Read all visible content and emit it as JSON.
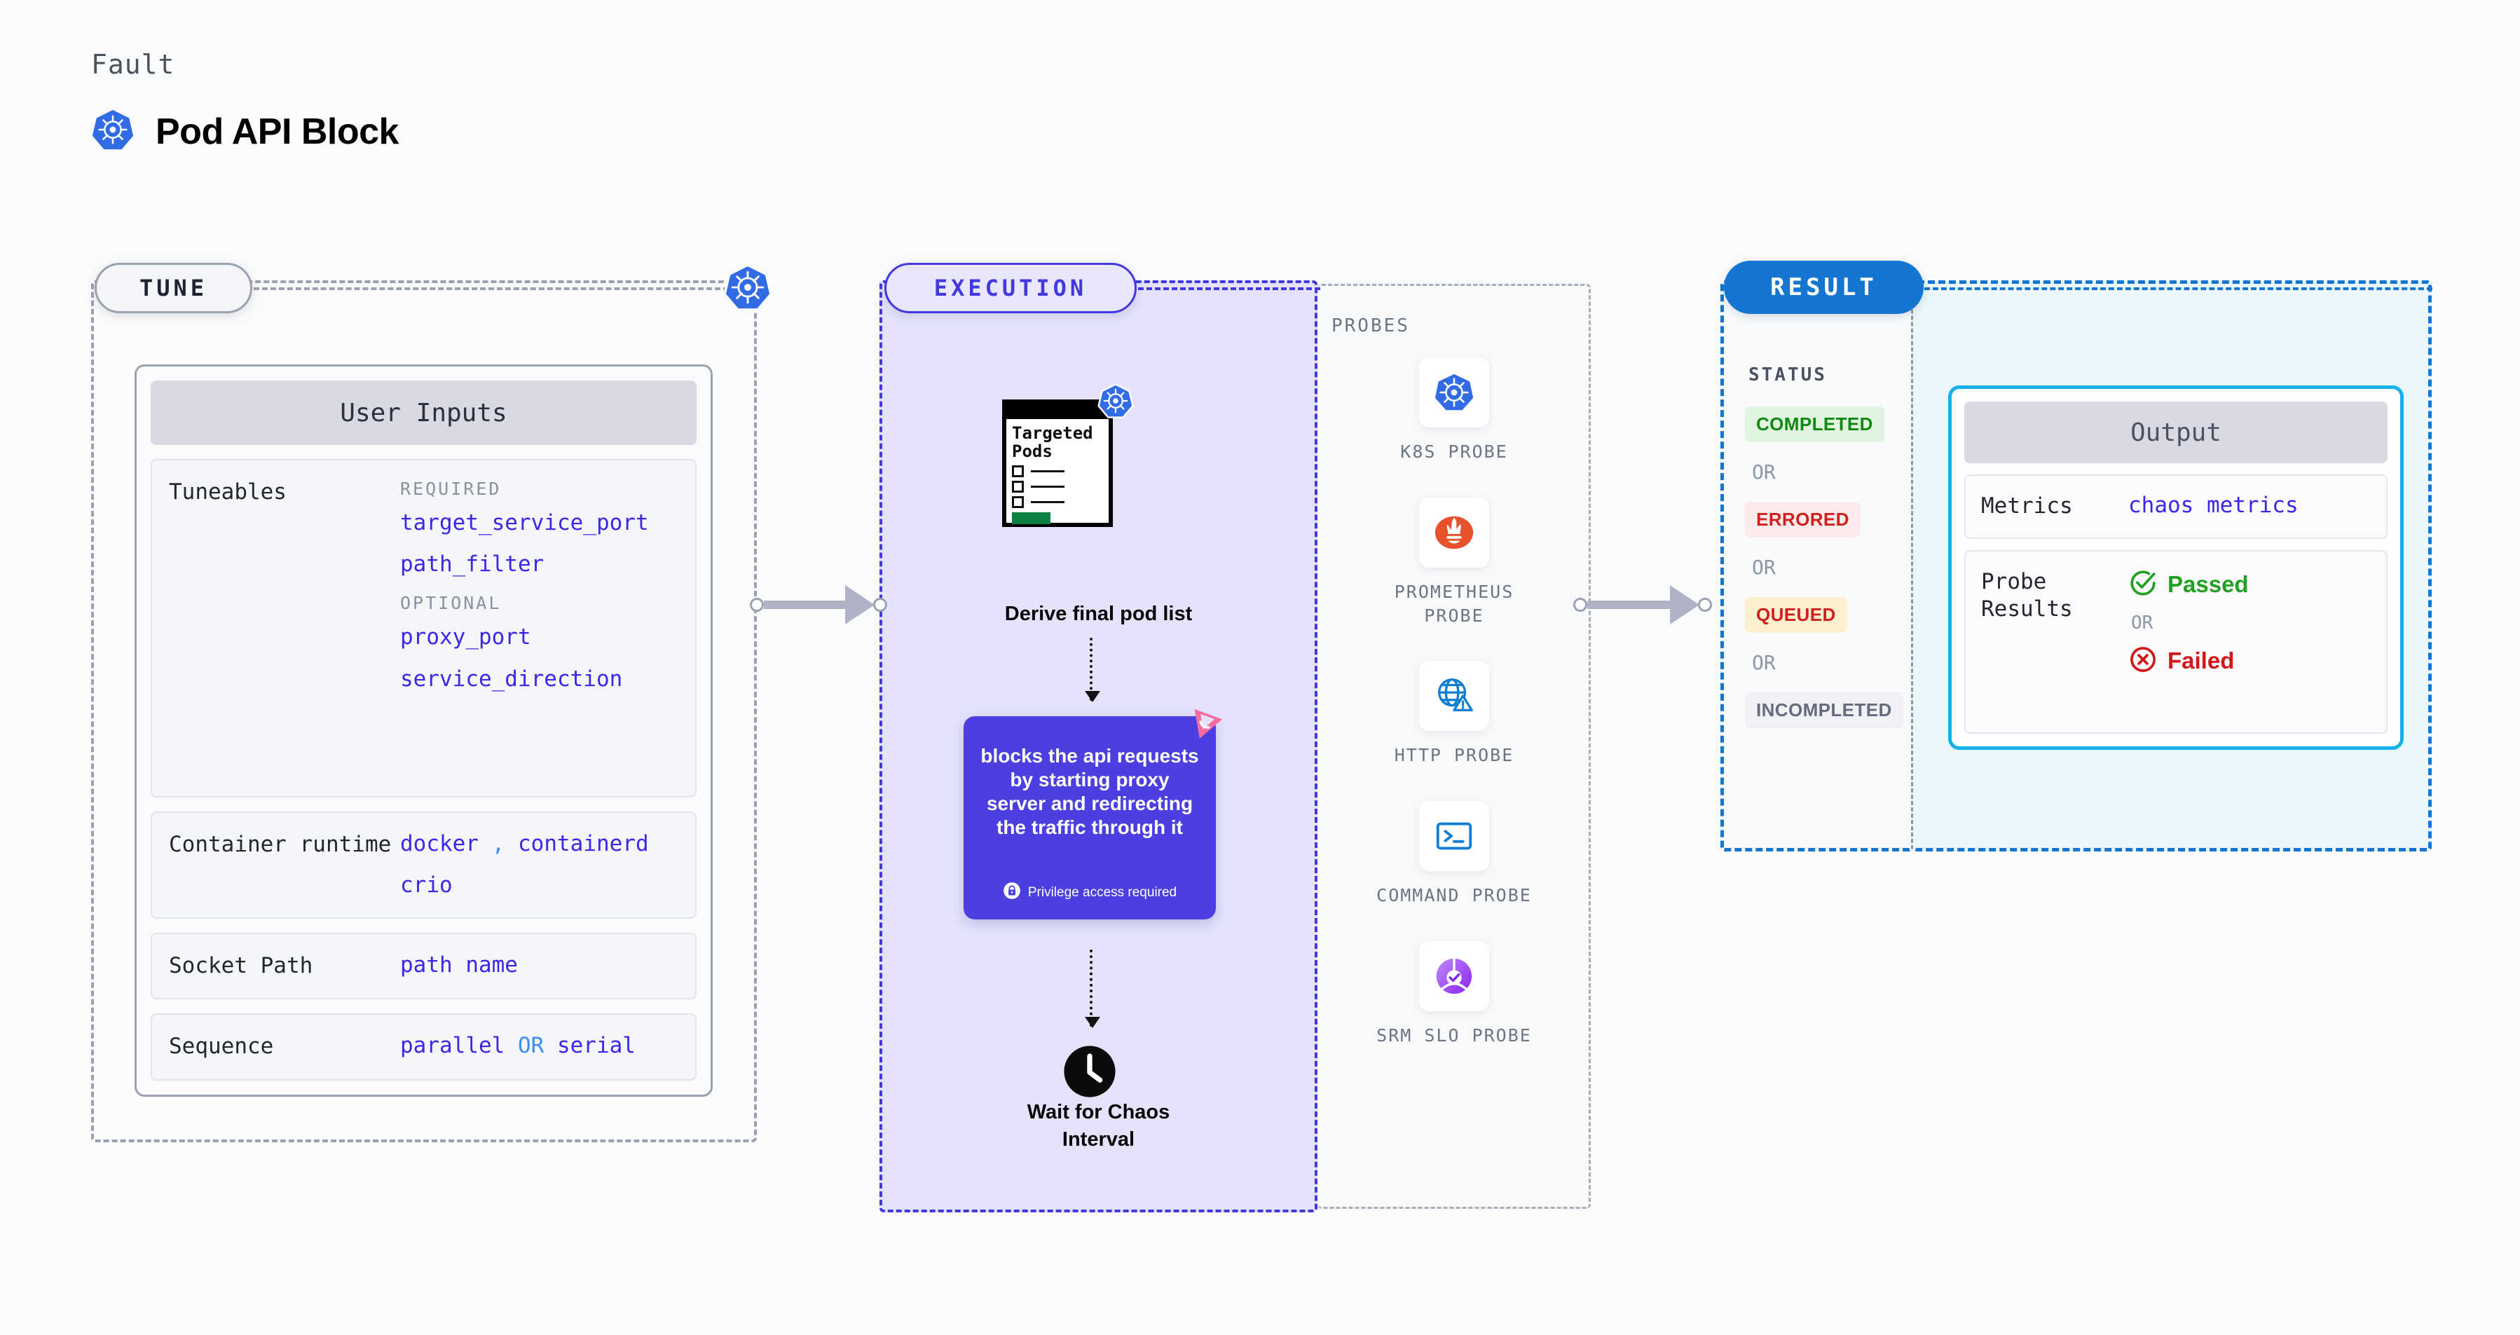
{
  "header": {
    "eyebrow": "Fault",
    "title": "Pod API Block",
    "icon": "kubernetes-icon"
  },
  "stages": {
    "tune": {
      "label": "TUNE"
    },
    "execution": {
      "label": "EXECUTION"
    },
    "result": {
      "label": "RESULT"
    }
  },
  "tune": {
    "card_title": "User Inputs",
    "rows": [
      {
        "label": "Tuneables",
        "groups": [
          {
            "title": "REQUIRED",
            "values": [
              "target_service_port",
              "path_filter"
            ]
          },
          {
            "title": "OPTIONAL",
            "values": [
              "proxy_port",
              "service_direction"
            ]
          }
        ]
      }
    ],
    "container_runtime": {
      "label": "Container runtime",
      "value_line1_a": "docker",
      "value_line1_sep": ",",
      "value_line1_b": "containerd",
      "value_line2": "crio"
    },
    "socket_path": {
      "label": "Socket Path",
      "value": "path name"
    },
    "sequence": {
      "label": "Sequence",
      "value_a": "parallel",
      "value_sep": "OR",
      "value_b": "serial"
    }
  },
  "execution": {
    "pods_node": {
      "doc_title_line1": "Targeted",
      "doc_title_line2": "Pods",
      "caption": "Derive final pod list",
      "badge_icon": "kubernetes-icon"
    },
    "action_card": {
      "text": "blocks the api requests by starting proxy server and redirecting the traffic through it",
      "privilege_note": "Privilege access required",
      "corner_icon": "litmuschaos-icon",
      "lock_icon": "lock-icon"
    },
    "wait_node": {
      "icon": "clock-icon",
      "caption_line1": "Wait for Chaos",
      "caption_line2": "Interval"
    }
  },
  "probes": {
    "title": "PROBES",
    "items": [
      {
        "label": "K8S PROBE",
        "icon": "kubernetes-icon"
      },
      {
        "label": "PROMETHEUS PROBE",
        "icon": "prometheus-icon"
      },
      {
        "label": "HTTP PROBE",
        "icon": "globe-warning-icon"
      },
      {
        "label": "COMMAND PROBE",
        "icon": "terminal-icon"
      },
      {
        "label": "SRM SLO PROBE",
        "icon": "srm-slo-icon"
      }
    ]
  },
  "result": {
    "status_title": "STATUS",
    "or_label": "OR",
    "statuses": [
      {
        "label": "COMPLETED",
        "bg": "#dff5df",
        "fg": "#118811"
      },
      {
        "label": "ERRORED",
        "bg": "#fdeaea",
        "fg": "#cf1f1f"
      },
      {
        "label": "QUEUED",
        "bg": "#fdf0cf",
        "fg": "#cf1f1f"
      },
      {
        "label": "INCOMPLETED",
        "bg": "#f0f1f5",
        "fg": "#636b7c"
      }
    ]
  },
  "output": {
    "card_title": "Output",
    "metrics": {
      "label": "Metrics",
      "value": "chaos metrics"
    },
    "probe_results": {
      "label": "Probe Results",
      "passed": {
        "label": "Passed",
        "icon": "check-circle-icon",
        "color": "#21a121"
      },
      "or_label": "OR",
      "failed": {
        "label": "Failed",
        "icon": "x-circle-icon",
        "color": "#d41616"
      }
    }
  },
  "colors": {
    "tune_accent": "#9aa2b1",
    "execution_accent": "#4338e0",
    "result_accent": "#1576d2",
    "output_accent": "#16b1e8",
    "value_text": "#3a27e8"
  }
}
